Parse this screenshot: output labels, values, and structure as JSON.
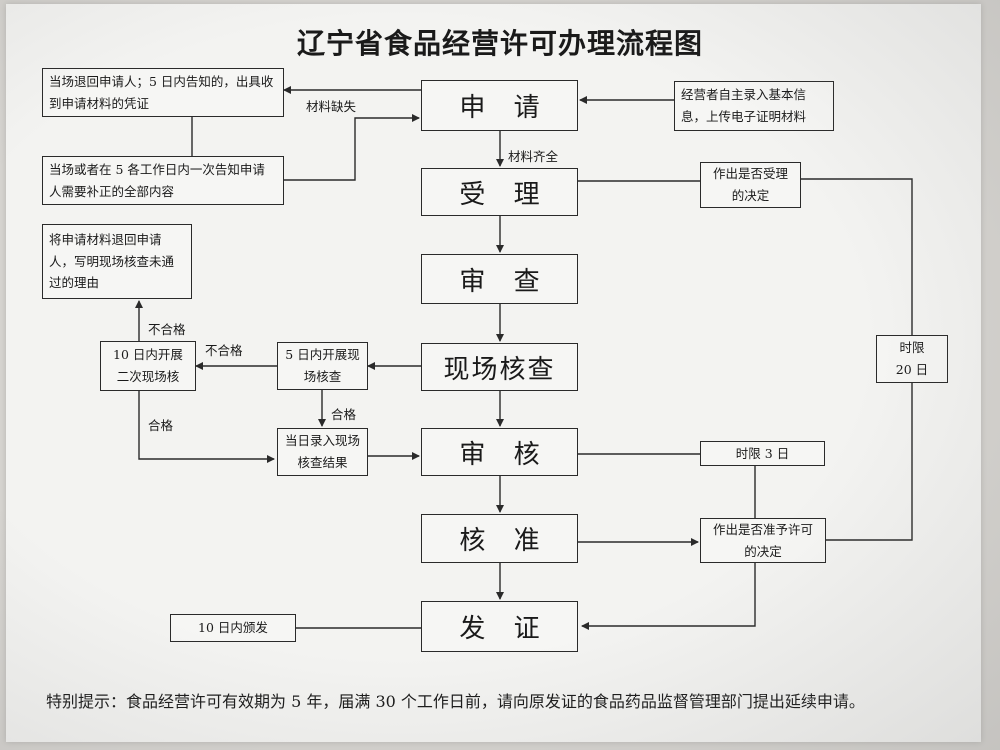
{
  "title": "辽宁省食品经营许可办理流程图",
  "steps": {
    "apply": "申 请",
    "accept": "受 理",
    "review": "审 查",
    "onsite": "现场核查",
    "audit": "审 核",
    "approve": "核 准",
    "issue": "发 证"
  },
  "boxes": {
    "return_applicant": "当场退回申请人；5 日内告知的，出具收到申请材料的凭证",
    "notify_supplement": "当场或者在 5 各工作日内一次告知申请人需要补正的全部内容",
    "operator_input": "经营者自主录入基本信息，上传电子证明材料",
    "accept_decision": "作出是否受理的决定",
    "return_materials": "将申请材料退回申请人，写明现场核查未通过的理由",
    "second_check": "10 日内开展二次现场核",
    "first_check": "5 日内开展现场核查",
    "record_result": "当日录入现场核查结果",
    "limit_20": "时限\n20 日",
    "limit_3": "时限 3 日",
    "license_decision": "作出是否准予许可的决定",
    "issue_10": "10 日内颁发"
  },
  "labels": {
    "missing": "材料缺失",
    "complete": "材料齐全",
    "fail_up": "不合格",
    "fail_left": "不合格",
    "pass_down": "合格",
    "pass_left": "合格"
  },
  "footer": "特别提示：食品经营许可有效期为 5 年，届满 30 个工作日前，请向原发证的食品药品监督管理部门提出延续申请。"
}
